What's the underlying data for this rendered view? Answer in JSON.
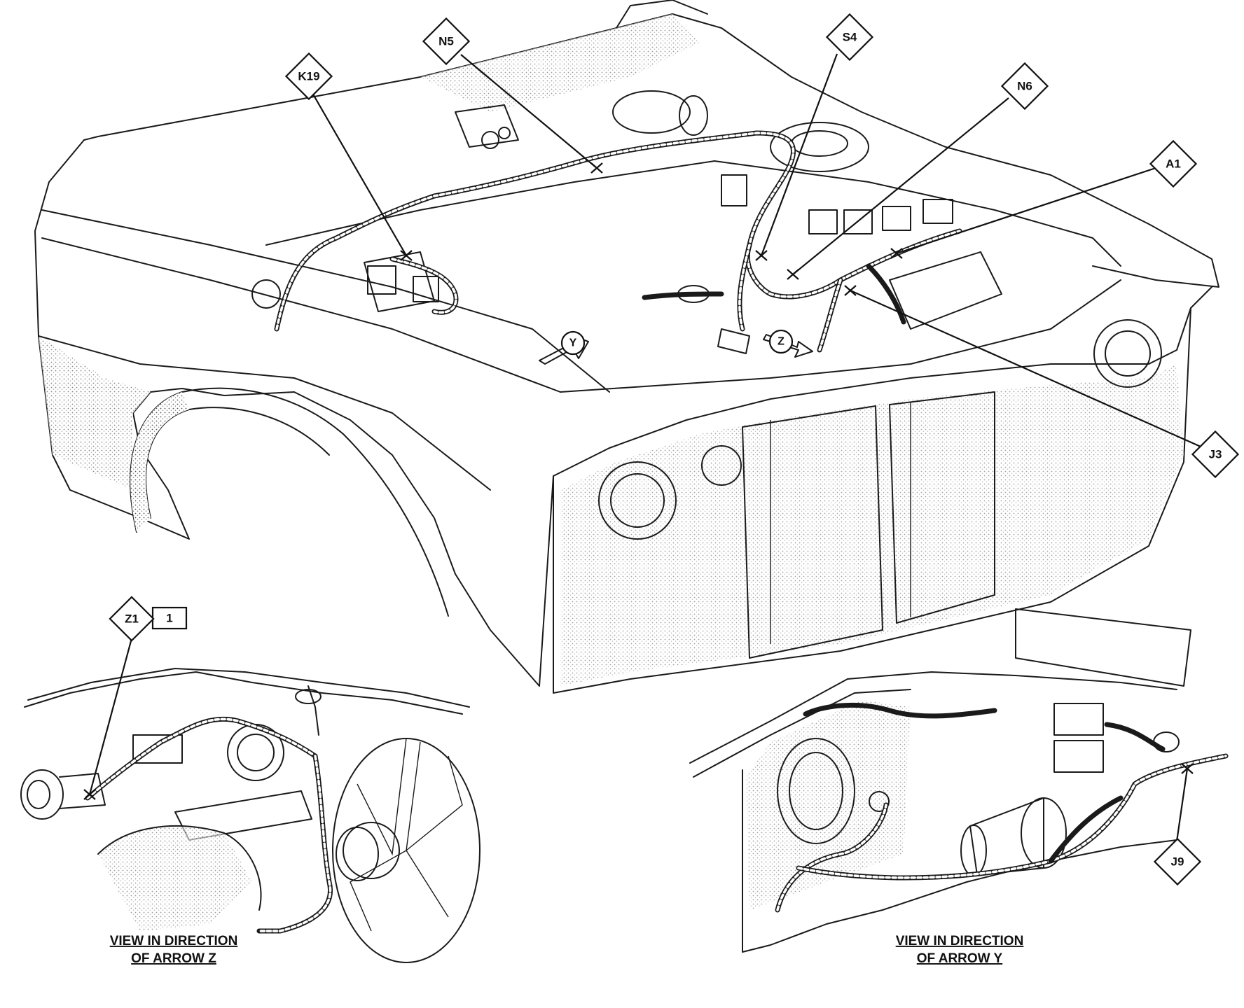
{
  "callouts": {
    "k19": "K19",
    "n5": "N5",
    "s4": "S4",
    "n6": "N6",
    "a1": "A1",
    "j3": "J3",
    "z1": "Z1",
    "z1_suffix": "1",
    "j9": "J9"
  },
  "view_arrows": {
    "y": "Y",
    "z": "Z"
  },
  "captions": {
    "arrow_z_line1": "VIEW IN DIRECTION",
    "arrow_z_line2": "OF ARROW Z",
    "arrow_y_line1": "VIEW IN DIRECTION",
    "arrow_y_line2": "OF ARROW Y"
  }
}
